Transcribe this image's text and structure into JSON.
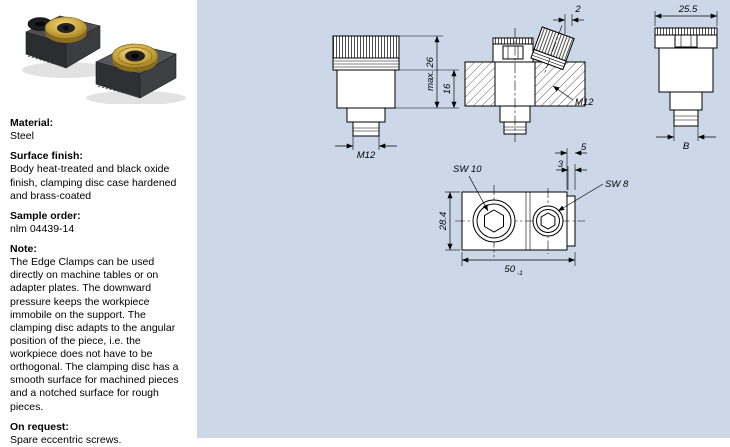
{
  "colors": {
    "panel_bg": "#ccd8e8",
    "brass": "#c9a43c",
    "steel": "#2e3033"
  },
  "info": {
    "material_label": "Material:",
    "material_value": "Steel",
    "surface_label": "Surface finish:",
    "surface_value": "Body heat-treated and black oxide finish, clamping disc case hardened and brass-coated",
    "sample_label": "Sample order:",
    "sample_value": "nlm 04439-14",
    "note_label": "Note:",
    "note_value": "The Edge Clamps can be used directly on machine tables or on adapter plates. The downward pressure keeps the workpiece immobile on the support. The clamping disc adapts to the angular position of the piece, i.e. the workpiece does not have to be orthogonal. The clamping disc has a smooth surface for machined pieces and a notched surface for rough pieces.",
    "request_label": "On request:",
    "request_value": "Spare eccentric screws."
  },
  "drawings": {
    "front_view": {
      "thread": "M12",
      "dim_total": "max. 26",
      "dim_body": "16"
    },
    "section_view": {
      "dim_offset": "2",
      "thread": "M12"
    },
    "side_view": {
      "dim_width": "25.5",
      "dim_thread": "B"
    },
    "top_view": {
      "hex_large": "SW 10",
      "hex_small": "SW 8",
      "dim_depth": "28.4",
      "dim_length": "50",
      "dim_length_tol": "-1",
      "dim_step_a": "5",
      "dim_step_b": "3"
    }
  }
}
